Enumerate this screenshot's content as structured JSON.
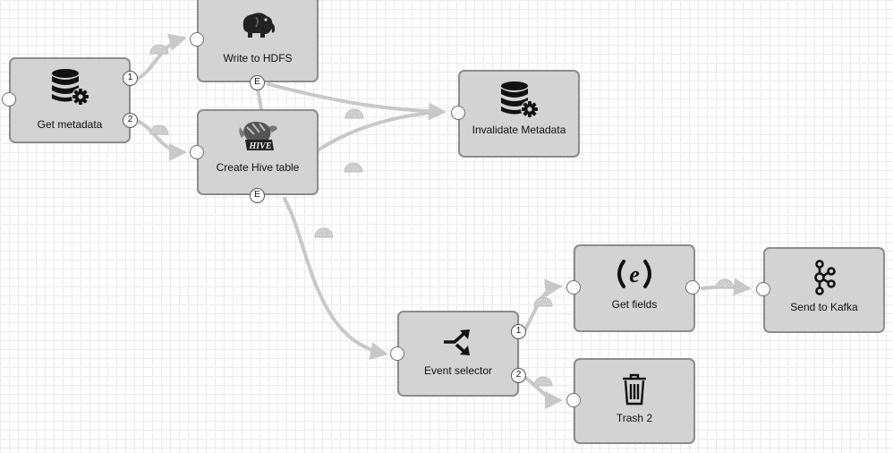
{
  "nodes": {
    "get_metadata": {
      "label": "Get metadata",
      "icon": "database-gear-icon"
    },
    "write_hdfs": {
      "label": "Write to HDFS",
      "icon": "hadoop-elephant-icon"
    },
    "create_hive": {
      "label": "Create Hive table",
      "icon": "hive-bee-icon"
    },
    "invalidate": {
      "label": "Invalidate Metadata",
      "icon": "database-gear-icon"
    },
    "event_selector": {
      "label": "Event selector",
      "icon": "split-arrows-icon"
    },
    "get_fields": {
      "label": "Get fields",
      "icon": "expression-e-icon"
    },
    "send_kafka": {
      "label": "Send to Kafka",
      "icon": "kafka-nodes-icon"
    },
    "trash": {
      "label": "Trash 2",
      "icon": "trash-icon"
    }
  },
  "ports": {
    "get_metadata_out1": "1",
    "get_metadata_out2": "2",
    "write_hdfs_error": "E",
    "create_hive_error": "E",
    "event_selector_out1": "1",
    "event_selector_out2": "2"
  },
  "colors": {
    "node_fill": "#d3d3d3",
    "node_border": "#8c8c8c",
    "link": "#c8c8c8",
    "grid": "#ebebeb"
  }
}
